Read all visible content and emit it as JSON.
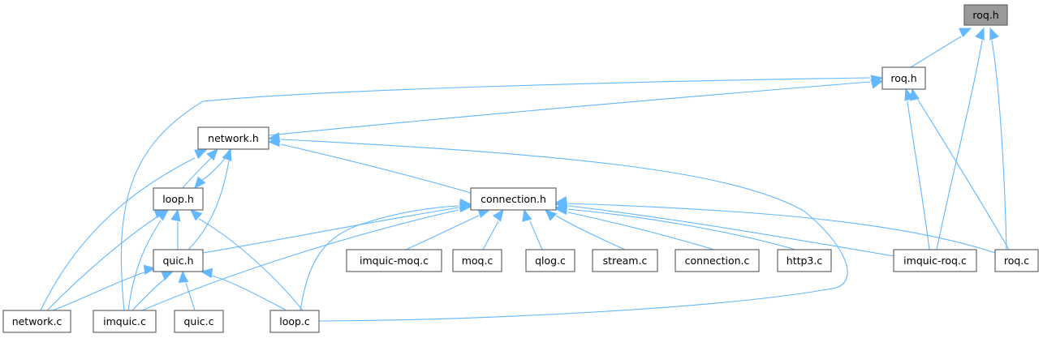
{
  "graph": {
    "type": "include-dependency-graph",
    "root": "roq_h_root",
    "nodes": [
      {
        "id": "roq_h_root",
        "label": "roq.h",
        "highlighted": true
      },
      {
        "id": "roq_h",
        "label": "roq.h"
      },
      {
        "id": "network_h",
        "label": "network.h"
      },
      {
        "id": "loop_h",
        "label": "loop.h"
      },
      {
        "id": "connection_h",
        "label": "connection.h"
      },
      {
        "id": "quic_h",
        "label": "quic.h"
      },
      {
        "id": "imquic_moq_c",
        "label": "imquic-moq.c"
      },
      {
        "id": "moq_c",
        "label": "moq.c"
      },
      {
        "id": "qlog_c",
        "label": "qlog.c"
      },
      {
        "id": "stream_c",
        "label": "stream.c"
      },
      {
        "id": "connection_c",
        "label": "connection.c"
      },
      {
        "id": "http3_c",
        "label": "http3.c"
      },
      {
        "id": "imquic_roq_c",
        "label": "imquic-roq.c"
      },
      {
        "id": "roq_c",
        "label": "roq.c"
      },
      {
        "id": "network_c",
        "label": "network.c"
      },
      {
        "id": "imquic_c",
        "label": "imquic.c"
      },
      {
        "id": "quic_c",
        "label": "quic.c"
      },
      {
        "id": "loop_c",
        "label": "loop.c"
      }
    ],
    "edges": [
      {
        "from": "roq_h",
        "to": "roq_h_root"
      },
      {
        "from": "imquic_roq_c",
        "to": "roq_h_root"
      },
      {
        "from": "roq_c",
        "to": "roq_h_root"
      },
      {
        "from": "network_h",
        "to": "roq_h"
      },
      {
        "from": "imquic_c",
        "to": "roq_h"
      },
      {
        "from": "imquic_roq_c",
        "to": "roq_h"
      },
      {
        "from": "roq_c",
        "to": "roq_h"
      },
      {
        "from": "loop_h",
        "to": "network_h"
      },
      {
        "from": "network_h",
        "to": "loop_h"
      },
      {
        "from": "quic_h",
        "to": "network_h"
      },
      {
        "from": "network_c",
        "to": "network_h"
      },
      {
        "from": "connection_h",
        "to": "network_h"
      },
      {
        "from": "loop_c",
        "to": "network_h"
      },
      {
        "from": "quic_h",
        "to": "loop_h"
      },
      {
        "from": "network_c",
        "to": "loop_h"
      },
      {
        "from": "imquic_c",
        "to": "loop_h"
      },
      {
        "from": "loop_c",
        "to": "loop_h"
      },
      {
        "from": "quic_h",
        "to": "connection_h"
      },
      {
        "from": "imquic_c",
        "to": "connection_h"
      },
      {
        "from": "loop_c",
        "to": "connection_h"
      },
      {
        "from": "imquic_moq_c",
        "to": "connection_h"
      },
      {
        "from": "moq_c",
        "to": "connection_h"
      },
      {
        "from": "qlog_c",
        "to": "connection_h"
      },
      {
        "from": "stream_c",
        "to": "connection_h"
      },
      {
        "from": "connection_c",
        "to": "connection_h"
      },
      {
        "from": "http3_c",
        "to": "connection_h"
      },
      {
        "from": "imquic_roq_c",
        "to": "connection_h"
      },
      {
        "from": "roq_c",
        "to": "connection_h"
      },
      {
        "from": "network_c",
        "to": "quic_h"
      },
      {
        "from": "imquic_c",
        "to": "quic_h"
      },
      {
        "from": "quic_c",
        "to": "quic_h"
      },
      {
        "from": "loop_c",
        "to": "quic_h"
      }
    ]
  }
}
